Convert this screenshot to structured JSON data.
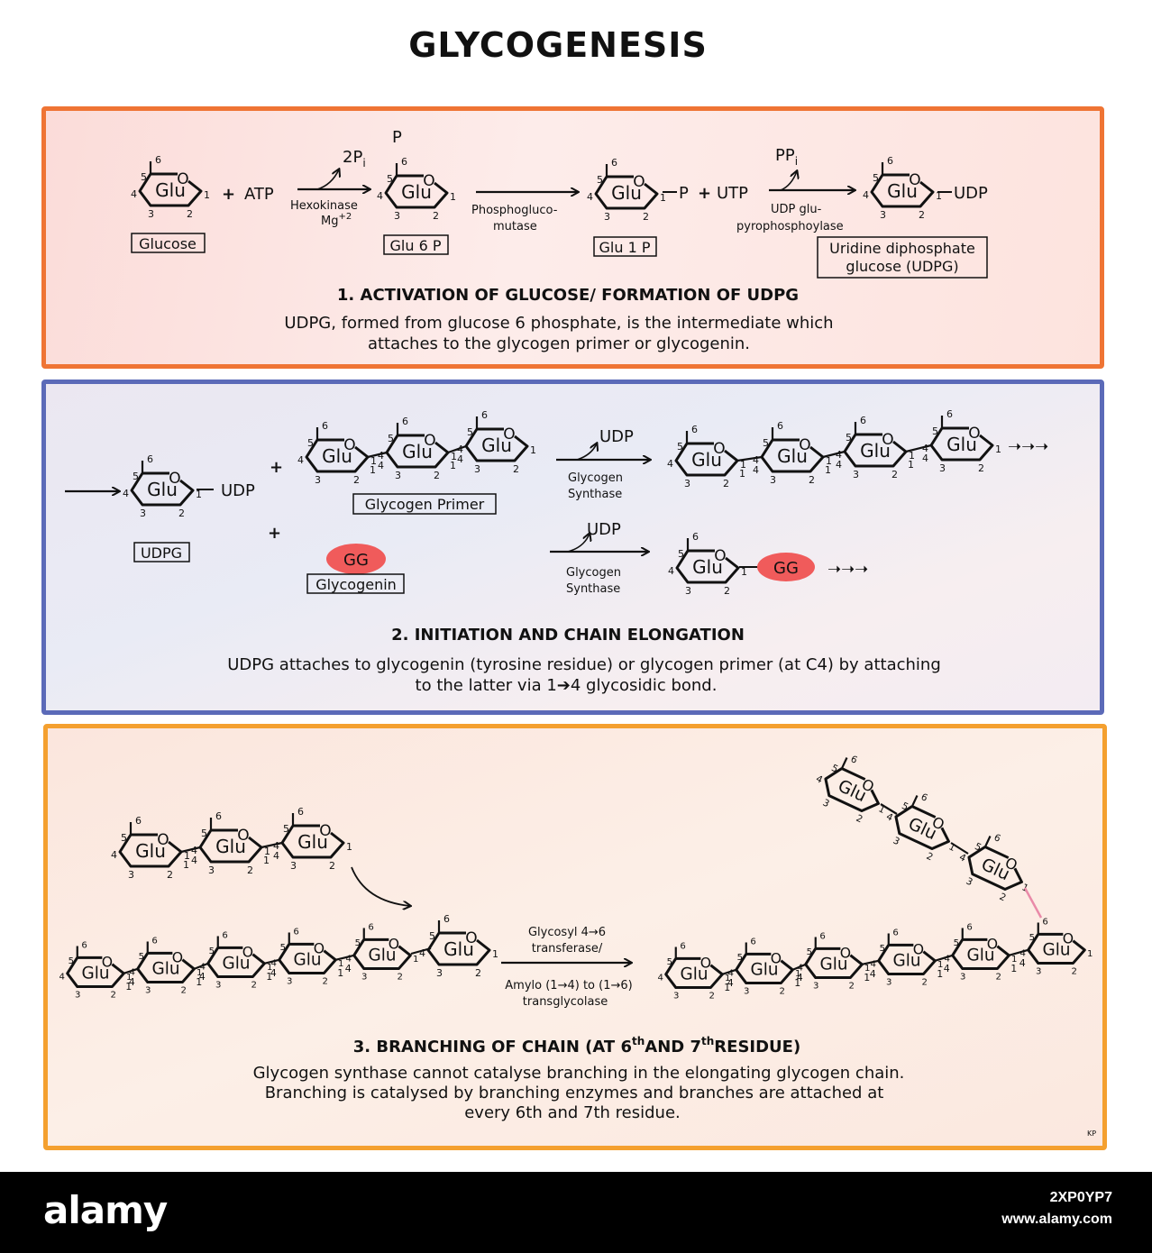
{
  "title": "GLYCOGENESIS",
  "colors": {
    "panel1_border": "#ef7434",
    "panel2_border": "#5b6ab8",
    "panel3_border": "#f4a02f",
    "gg_fill": "#f05b5b",
    "branch_bond": "#e98aa8"
  },
  "common": {
    "glu": "Glu",
    "udp": "UDP",
    "p": "P",
    "o": "O",
    "plus": "+",
    "arrows": "➝➝➝",
    "gg": "GG"
  },
  "section1": {
    "atp": "ATP",
    "two_pi": "2P",
    "i": "i",
    "hexokinase": "Hexokinase",
    "mg": "Mg",
    "mg_sup": "+2",
    "phosphoglucomutase_1": "Phosphogluco-",
    "phosphoglucomutase_2": "mutase",
    "utp": "UTP",
    "ppi": "PP",
    "udp_glu_1": "UDP glu-",
    "udp_glu_2": "pyrophosphoylase",
    "glucose_label": "Glucose",
    "g6p_label": "Glu 6 P",
    "g1p_label": "Glu 1 P",
    "udpg_label_1": "Uridine diphosphate",
    "udpg_label_2": "glucose (UDPG)",
    "heading": "1. ACTIVATION OF GLUCOSE/ FORMATION OF UDPG",
    "desc_1": "UDPG, formed from glucose 6 phosphate, is the intermediate which",
    "desc_2": "attaches to the glycogen primer or glycogenin."
  },
  "section2": {
    "udpg_label": "UDPG",
    "primer_label": "Glycogen Primer",
    "glycogenin_label": "Glycogenin",
    "enzyme_1": "Glycogen",
    "enzyme_2": "Synthase",
    "heading": "2. INITIATION AND CHAIN ELONGATION",
    "desc_1": "UDPG attaches to glycogenin (tyrosine residue) or glycogen primer (at C4) by attaching",
    "desc_2": "to the latter via 1➔4 glycosidic bond."
  },
  "section3": {
    "enzyme_1": "Glycosyl 4→6",
    "enzyme_2": "transferase/",
    "enzyme_3": "Amylo (1→4) to (1→6)",
    "enzyme_4": "transglycolase",
    "heading_a": "3. BRANCHING OF CHAIN (AT 6",
    "heading_sup1": "th",
    "heading_b": "AND 7",
    "heading_sup2": "th",
    "heading_c": "RESIDUE)",
    "desc_1": "Glycogen synthase cannot catalyse branching in the elongating glycogen chain.",
    "desc_2": "Branching is catalysed by branching enzymes and branches are attached at",
    "desc_3": "every 6th and 7th residue.",
    "signature": "KP"
  },
  "footer": {
    "logo": "alamy",
    "image_id": "2XP0YP7",
    "url": "www.alamy.com"
  }
}
